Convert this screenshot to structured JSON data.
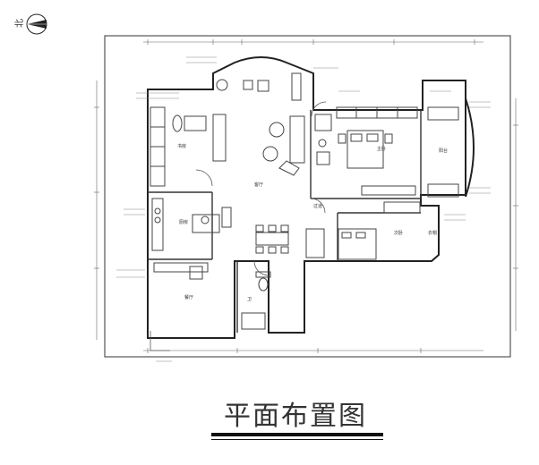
{
  "title": "平面布置图",
  "compass": {
    "label": "北"
  },
  "colors": {
    "line": "#2a2a2a",
    "thin": "#777777",
    "background": "#ffffff"
  },
  "rooms": [
    {
      "key": "living",
      "label": "客厅"
    },
    {
      "key": "study",
      "label": "书房"
    },
    {
      "key": "master",
      "label": "主卧"
    },
    {
      "key": "terrace",
      "label": "阳台"
    },
    {
      "key": "dining",
      "label": "餐厅"
    },
    {
      "key": "bedroom2",
      "label": "次卧"
    },
    {
      "key": "kitchen",
      "label": "厨房"
    },
    {
      "key": "bath",
      "label": "卫"
    },
    {
      "key": "corridor",
      "label": "过道"
    },
    {
      "key": "closet",
      "label": "衣帽"
    }
  ]
}
